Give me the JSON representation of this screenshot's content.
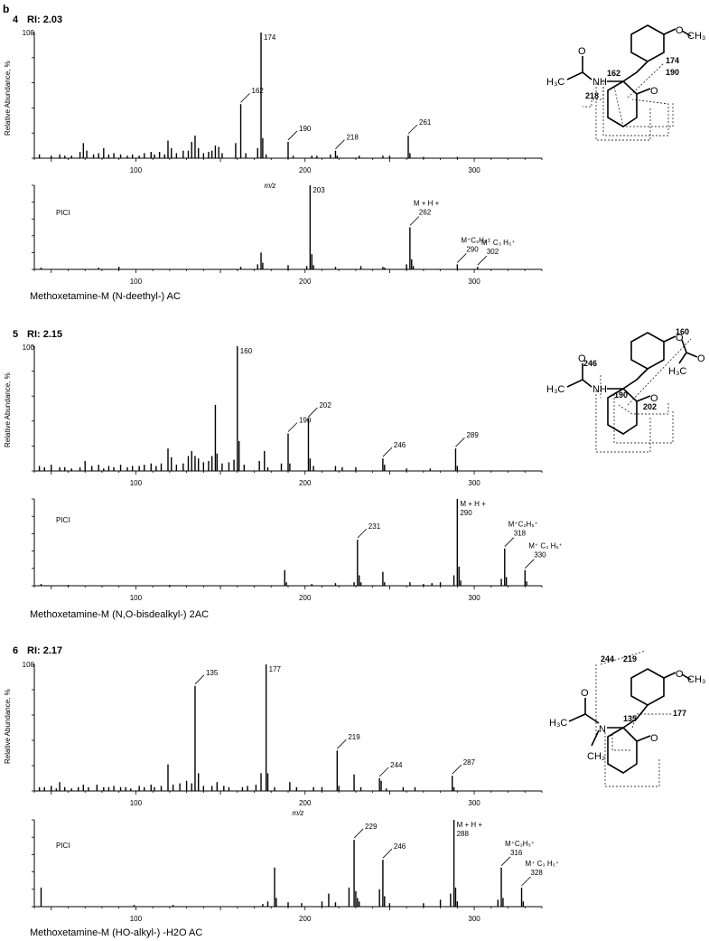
{
  "panel_label": "b",
  "y_axis_label": "Relative Abundance, %",
  "y_max_label": "100",
  "x_axis_label": "m/z",
  "pici_label": "PICI",
  "chart_data": [
    {
      "type": "bar",
      "id": "EI-4",
      "number": "4",
      "ri": "RI: 2.03",
      "xlim": [
        40,
        340
      ],
      "ylim": [
        0,
        100
      ],
      "xticks": [
        100,
        200,
        300
      ],
      "peaks": [
        [
          43,
          3
        ],
        [
          50,
          2
        ],
        [
          55,
          3
        ],
        [
          58,
          2
        ],
        [
          62,
          2
        ],
        [
          67,
          5
        ],
        [
          69,
          12
        ],
        [
          71,
          6
        ],
        [
          75,
          3
        ],
        [
          78,
          4
        ],
        [
          81,
          8
        ],
        [
          84,
          3
        ],
        [
          87,
          4
        ],
        [
          91,
          3
        ],
        [
          95,
          2
        ],
        [
          98,
          3
        ],
        [
          102,
          2
        ],
        [
          105,
          4
        ],
        [
          109,
          5
        ],
        [
          111,
          3
        ],
        [
          114,
          5
        ],
        [
          117,
          3
        ],
        [
          119,
          14
        ],
        [
          121,
          8
        ],
        [
          124,
          4
        ],
        [
          128,
          6
        ],
        [
          131,
          6
        ],
        [
          133,
          13
        ],
        [
          135,
          18
        ],
        [
          137,
          8
        ],
        [
          140,
          4
        ],
        [
          143,
          5
        ],
        [
          145,
          6
        ],
        [
          147,
          10
        ],
        [
          149,
          9
        ],
        [
          151,
          4
        ],
        [
          159,
          12
        ],
        [
          162,
          43
        ],
        [
          165,
          4
        ],
        [
          172,
          8
        ],
        [
          174,
          100
        ],
        [
          175,
          16
        ],
        [
          177,
          3
        ],
        [
          190,
          13
        ],
        [
          193,
          2
        ],
        [
          204,
          2
        ],
        [
          207,
          2
        ],
        [
          215,
          3
        ],
        [
          218,
          6
        ],
        [
          219,
          2
        ],
        [
          232,
          2
        ],
        [
          246,
          2
        ],
        [
          250,
          2
        ],
        [
          261,
          18
        ],
        [
          262,
          4
        ],
        [
          270,
          1
        ],
        [
          290,
          1
        ]
      ],
      "labels": [
        {
          "mz": 174,
          "text": "174"
        },
        {
          "mz": 162,
          "text": "162"
        },
        {
          "mz": 190,
          "text": "190"
        },
        {
          "mz": 218,
          "text": "218"
        },
        {
          "mz": 261,
          "text": "261"
        }
      ]
    },
    {
      "type": "bar",
      "id": "PICI-4",
      "caption": "Methoxetamine-M (N-deethyl-) AC",
      "xlim": [
        40,
        340
      ],
      "ylim": [
        0,
        100
      ],
      "xticks": [
        100,
        200,
        300
      ],
      "peaks": [
        [
          44,
          2
        ],
        [
          78,
          2
        ],
        [
          90,
          3
        ],
        [
          162,
          3
        ],
        [
          172,
          6
        ],
        [
          174,
          20
        ],
        [
          175,
          8
        ],
        [
          190,
          5
        ],
        [
          201,
          4
        ],
        [
          203,
          100
        ],
        [
          204,
          18
        ],
        [
          205,
          5
        ],
        [
          218,
          3
        ],
        [
          233,
          4
        ],
        [
          246,
          3
        ],
        [
          247,
          2
        ],
        [
          260,
          6
        ],
        [
          262,
          50
        ],
        [
          263,
          12
        ],
        [
          264,
          4
        ],
        [
          290,
          6
        ],
        [
          302,
          3
        ]
      ],
      "labels": [
        {
          "mz": 203,
          "text": "203"
        },
        {
          "mz": 262,
          "text": "M + H +",
          "text2": "262"
        },
        {
          "mz": 290,
          "text": "M⁺C₂H₅⁺",
          "text2": "290"
        },
        {
          "mz": 302,
          "text": "M⁺ C₃ H₅⁺",
          "text2": "302"
        }
      ]
    },
    {
      "type": "bar",
      "id": "EI-5",
      "number": "5",
      "ri": "RI: 2.15",
      "xlim": [
        40,
        340
      ],
      "ylim": [
        0,
        100
      ],
      "xticks": [
        100,
        200,
        300
      ],
      "peaks": [
        [
          43,
          4
        ],
        [
          46,
          3
        ],
        [
          50,
          5
        ],
        [
          55,
          3
        ],
        [
          58,
          3
        ],
        [
          62,
          2
        ],
        [
          67,
          3
        ],
        [
          70,
          8
        ],
        [
          74,
          4
        ],
        [
          78,
          5
        ],
        [
          81,
          2
        ],
        [
          84,
          4
        ],
        [
          87,
          3
        ],
        [
          91,
          5
        ],
        [
          95,
          3
        ],
        [
          98,
          4
        ],
        [
          102,
          4
        ],
        [
          105,
          5
        ],
        [
          109,
          6
        ],
        [
          112,
          4
        ],
        [
          115,
          6
        ],
        [
          119,
          18
        ],
        [
          121,
          11
        ],
        [
          124,
          5
        ],
        [
          128,
          6
        ],
        [
          131,
          12
        ],
        [
          133,
          16
        ],
        [
          135,
          12
        ],
        [
          137,
          10
        ],
        [
          140,
          7
        ],
        [
          143,
          8
        ],
        [
          145,
          12
        ],
        [
          147,
          53
        ],
        [
          148,
          14
        ],
        [
          151,
          6
        ],
        [
          155,
          7
        ],
        [
          158,
          9
        ],
        [
          160,
          100
        ],
        [
          161,
          24
        ],
        [
          164,
          5
        ],
        [
          173,
          8
        ],
        [
          176,
          16
        ],
        [
          178,
          3
        ],
        [
          186,
          6
        ],
        [
          190,
          30
        ],
        [
          191,
          6
        ],
        [
          202,
          42
        ],
        [
          203,
          10
        ],
        [
          205,
          4
        ],
        [
          218,
          4
        ],
        [
          222,
          3
        ],
        [
          230,
          3
        ],
        [
          246,
          10
        ],
        [
          247,
          5
        ],
        [
          260,
          2
        ],
        [
          274,
          2
        ],
        [
          289,
          18
        ],
        [
          290,
          4
        ]
      ],
      "labels": [
        {
          "mz": 160,
          "text": "160"
        },
        {
          "mz": 190,
          "text": "190"
        },
        {
          "mz": 202,
          "text": "202"
        },
        {
          "mz": 246,
          "text": "246"
        },
        {
          "mz": 289,
          "text": "289"
        }
      ]
    },
    {
      "type": "bar",
      "id": "PICI-5",
      "caption": "Methoxetamine-M (N,O-bisdealkyl-) 2AC",
      "xlim": [
        40,
        340
      ],
      "ylim": [
        0,
        100
      ],
      "xticks": [
        100,
        200,
        300
      ],
      "peaks": [
        [
          44,
          2
        ],
        [
          60,
          1
        ],
        [
          120,
          1
        ],
        [
          188,
          18
        ],
        [
          189,
          4
        ],
        [
          204,
          2
        ],
        [
          218,
          3
        ],
        [
          229,
          4
        ],
        [
          231,
          53
        ],
        [
          232,
          12
        ],
        [
          233,
          4
        ],
        [
          246,
          16
        ],
        [
          247,
          4
        ],
        [
          262,
          4
        ],
        [
          270,
          2
        ],
        [
          275,
          3
        ],
        [
          280,
          4
        ],
        [
          288,
          12
        ],
        [
          290,
          100
        ],
        [
          291,
          22
        ],
        [
          292,
          6
        ],
        [
          316,
          8
        ],
        [
          318,
          43
        ],
        [
          319,
          10
        ],
        [
          330,
          18
        ],
        [
          331,
          5
        ]
      ],
      "labels": [
        {
          "mz": 231,
          "text": "231"
        },
        {
          "mz": 290,
          "text": "M + H +",
          "text2": "290"
        },
        {
          "mz": 318,
          "text": "M⁺C₂H₅⁺",
          "text2": "318"
        },
        {
          "mz": 330,
          "text": "M⁺ C₃ H₅⁺",
          "text2": "330"
        }
      ]
    },
    {
      "type": "bar",
      "id": "EI-6",
      "number": "6",
      "ri": "RI: 2.17",
      "xlim": [
        40,
        340
      ],
      "ylim": [
        0,
        100
      ],
      "xticks": [
        100,
        200,
        300
      ],
      "peaks": [
        [
          43,
          3
        ],
        [
          46,
          3
        ],
        [
          50,
          4
        ],
        [
          53,
          2
        ],
        [
          55,
          7
        ],
        [
          58,
          3
        ],
        [
          62,
          2
        ],
        [
          66,
          3
        ],
        [
          69,
          5
        ],
        [
          72,
          3
        ],
        [
          77,
          5
        ],
        [
          81,
          3
        ],
        [
          84,
          3
        ],
        [
          87,
          4
        ],
        [
          91,
          3
        ],
        [
          94,
          3
        ],
        [
          97,
          2
        ],
        [
          102,
          4
        ],
        [
          105,
          3
        ],
        [
          109,
          5
        ],
        [
          111,
          3
        ],
        [
          115,
          4
        ],
        [
          119,
          21
        ],
        [
          122,
          5
        ],
        [
          126,
          6
        ],
        [
          130,
          8
        ],
        [
          133,
          6
        ],
        [
          135,
          83
        ],
        [
          137,
          14
        ],
        [
          140,
          4
        ],
        [
          145,
          4
        ],
        [
          148,
          7
        ],
        [
          152,
          4
        ],
        [
          155,
          3
        ],
        [
          163,
          3
        ],
        [
          166,
          4
        ],
        [
          171,
          5
        ],
        [
          174,
          14
        ],
        [
          177,
          100
        ],
        [
          178,
          14
        ],
        [
          182,
          3
        ],
        [
          191,
          7
        ],
        [
          195,
          3
        ],
        [
          205,
          3
        ],
        [
          210,
          3
        ],
        [
          219,
          32
        ],
        [
          220,
          4
        ],
        [
          229,
          13
        ],
        [
          233,
          3
        ],
        [
          244,
          10
        ],
        [
          245,
          8
        ],
        [
          248,
          2
        ],
        [
          258,
          3
        ],
        [
          265,
          3
        ],
        [
          287,
          12
        ],
        [
          288,
          3
        ]
      ],
      "labels": [
        {
          "mz": 135,
          "text": "135"
        },
        {
          "mz": 177,
          "text": "177"
        },
        {
          "mz": 219,
          "text": "219"
        },
        {
          "mz": 244,
          "text": "244"
        },
        {
          "mz": 287,
          "text": "287"
        }
      ]
    },
    {
      "type": "bar",
      "id": "PICI-6",
      "caption": "Methoxetamine-M (HO-alkyl-) -H2O AC",
      "xlim": [
        40,
        340
      ],
      "ylim": [
        0,
        100
      ],
      "xticks": [
        100,
        200,
        300
      ],
      "peaks": [
        [
          44,
          22
        ],
        [
          99,
          2
        ],
        [
          122,
          2
        ],
        [
          175,
          3
        ],
        [
          178,
          6
        ],
        [
          182,
          45
        ],
        [
          183,
          10
        ],
        [
          190,
          5
        ],
        [
          198,
          4
        ],
        [
          210,
          6
        ],
        [
          214,
          15
        ],
        [
          218,
          5
        ],
        [
          226,
          22
        ],
        [
          229,
          77
        ],
        [
          230,
          18
        ],
        [
          231,
          10
        ],
        [
          232,
          6
        ],
        [
          244,
          20
        ],
        [
          246,
          54
        ],
        [
          247,
          12
        ],
        [
          250,
          4
        ],
        [
          270,
          4
        ],
        [
          280,
          8
        ],
        [
          286,
          15
        ],
        [
          288,
          100
        ],
        [
          289,
          22
        ],
        [
          290,
          6
        ],
        [
          314,
          8
        ],
        [
          316,
          45
        ],
        [
          317,
          10
        ],
        [
          328,
          22
        ],
        [
          329,
          6
        ]
      ],
      "labels": [
        {
          "mz": 229,
          "text": "229"
        },
        {
          "mz": 246,
          "text": "246"
        },
        {
          "mz": 288,
          "text": "M + H +",
          "text2": "288"
        },
        {
          "mz": 316,
          "text": "M⁺C₂H₅⁺",
          "text2": "316"
        },
        {
          "mz": 328,
          "text": "M⁺ C₃ H₅⁺",
          "text2": "328"
        }
      ]
    }
  ],
  "structures": [
    {
      "ome": "O",
      "ch3": "CH₃",
      "o_acetyl": "O",
      "nh": "NH",
      "h3c": "H₃C",
      "ketone_o": "O",
      "frags": [
        "162",
        "174",
        "190",
        "218"
      ]
    },
    {
      "o_aryl": "O",
      "o_acetyl": "O",
      "h3c_acetyl": "H₃C",
      "nh": "NH",
      "h3c": "H₃C",
      "ketone_o": "O",
      "o_amide": "O",
      "frags": [
        "160",
        "246",
        "190",
        "202"
      ]
    },
    {
      "ome": "O",
      "ch3": "CH₃",
      "o_amide": "O",
      "n": "N",
      "h3c": "H₃C",
      "ch2": "CH₂",
      "ketone_o": "O",
      "frags": [
        "244",
        "219",
        "135",
        "177"
      ]
    }
  ]
}
